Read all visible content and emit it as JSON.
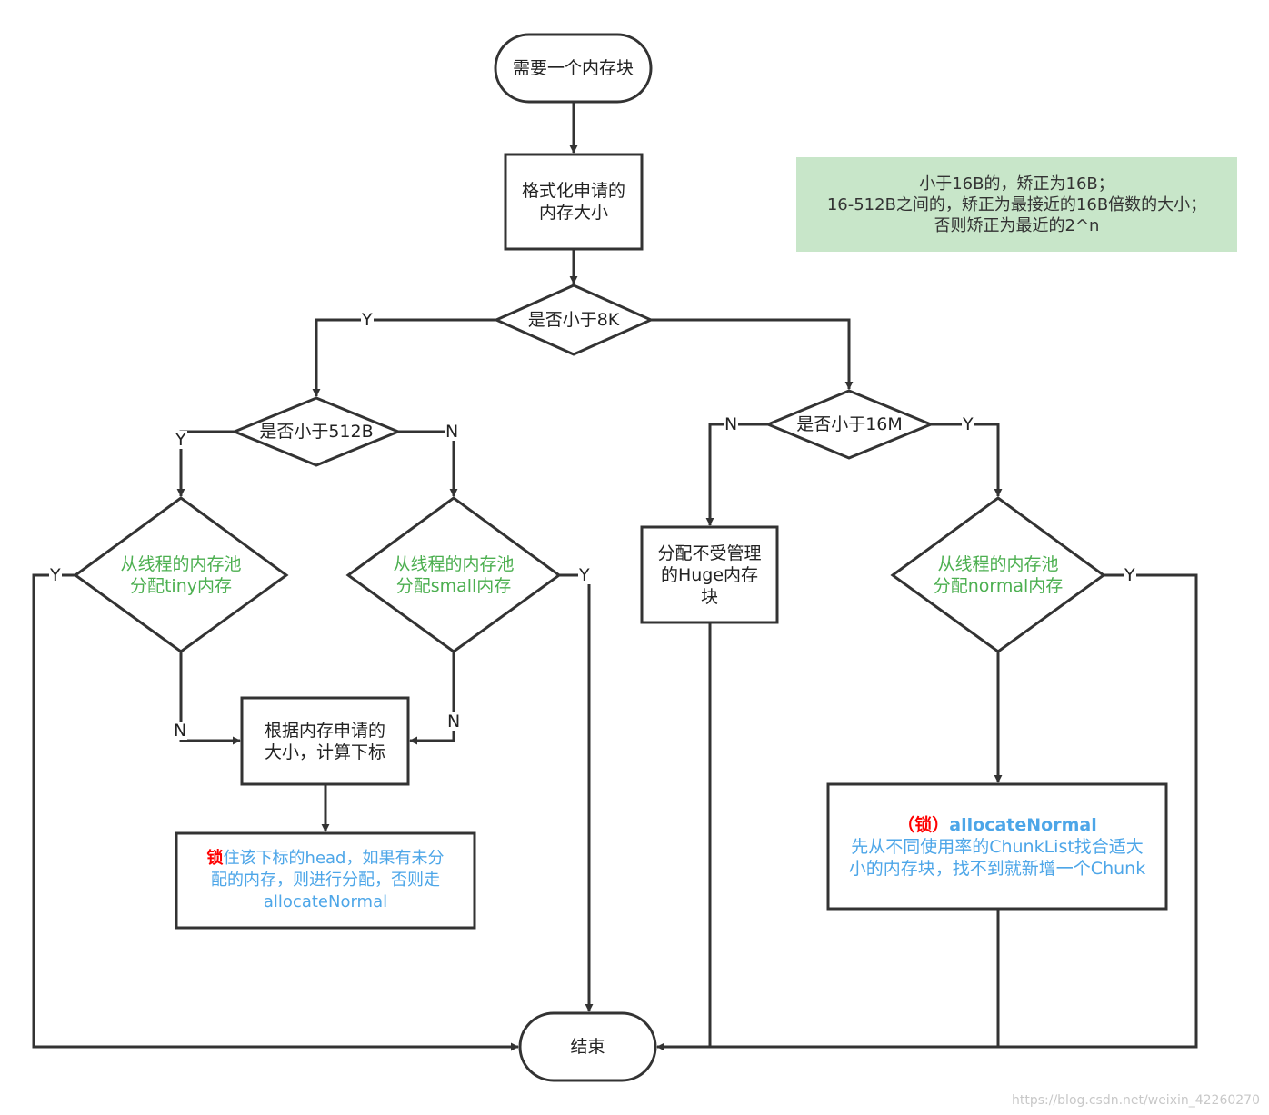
{
  "nodes": {
    "start": "需要一个内存块",
    "format": [
      "格式化申请的",
      "内存大小"
    ],
    "lt8k": "是否小于8K",
    "lt512": "是否小于512B",
    "lt16m": "是否小于16M",
    "tiny": [
      "从线程的内存池",
      "分配tiny内存"
    ],
    "small": [
      "从线程的内存池",
      "分配small内存"
    ],
    "normal": [
      "从线程的内存池",
      "分配normal内存"
    ],
    "huge": [
      "分配不受管理",
      "的Huge内存",
      "块"
    ],
    "index": [
      "根据内存申请的",
      "大小，计算下标"
    ],
    "lock_box": {
      "lock": "锁",
      "line1_rest": "住该下标的head，如果有未分",
      "line2": "配的内存，则进行分配，否则走",
      "line3": "allocateNormal"
    },
    "normal_box": {
      "lock": "（锁）",
      "title": "allocateNormal",
      "line2": "先从不同使用率的ChunkList找合适大",
      "line3": "小的内存块，找不到就新增一个Chunk"
    },
    "end": "结束"
  },
  "note": [
    "小于16B的，矫正为16B；",
    "16-512B之间的，矫正为最接近的16B倍数的大小；",
    "否则矫正为最近的2^n"
  ],
  "edges": {
    "y8k": "Y",
    "y512": "Y",
    "n512": "N",
    "n16m": "N",
    "y16m": "Y",
    "ytiny": "Y",
    "ysmall": "Y",
    "ntiny": "N",
    "nsmall": "N",
    "ynormal": "Y"
  },
  "watermark": "https://blog.csdn.net/weixin_42260270",
  "colors": {
    "stroke": "#333333",
    "green_text": "#4caf50",
    "blue_text": "#4da6e8",
    "red_text": "#ff0000",
    "note_bg": "#c8e6c9"
  }
}
